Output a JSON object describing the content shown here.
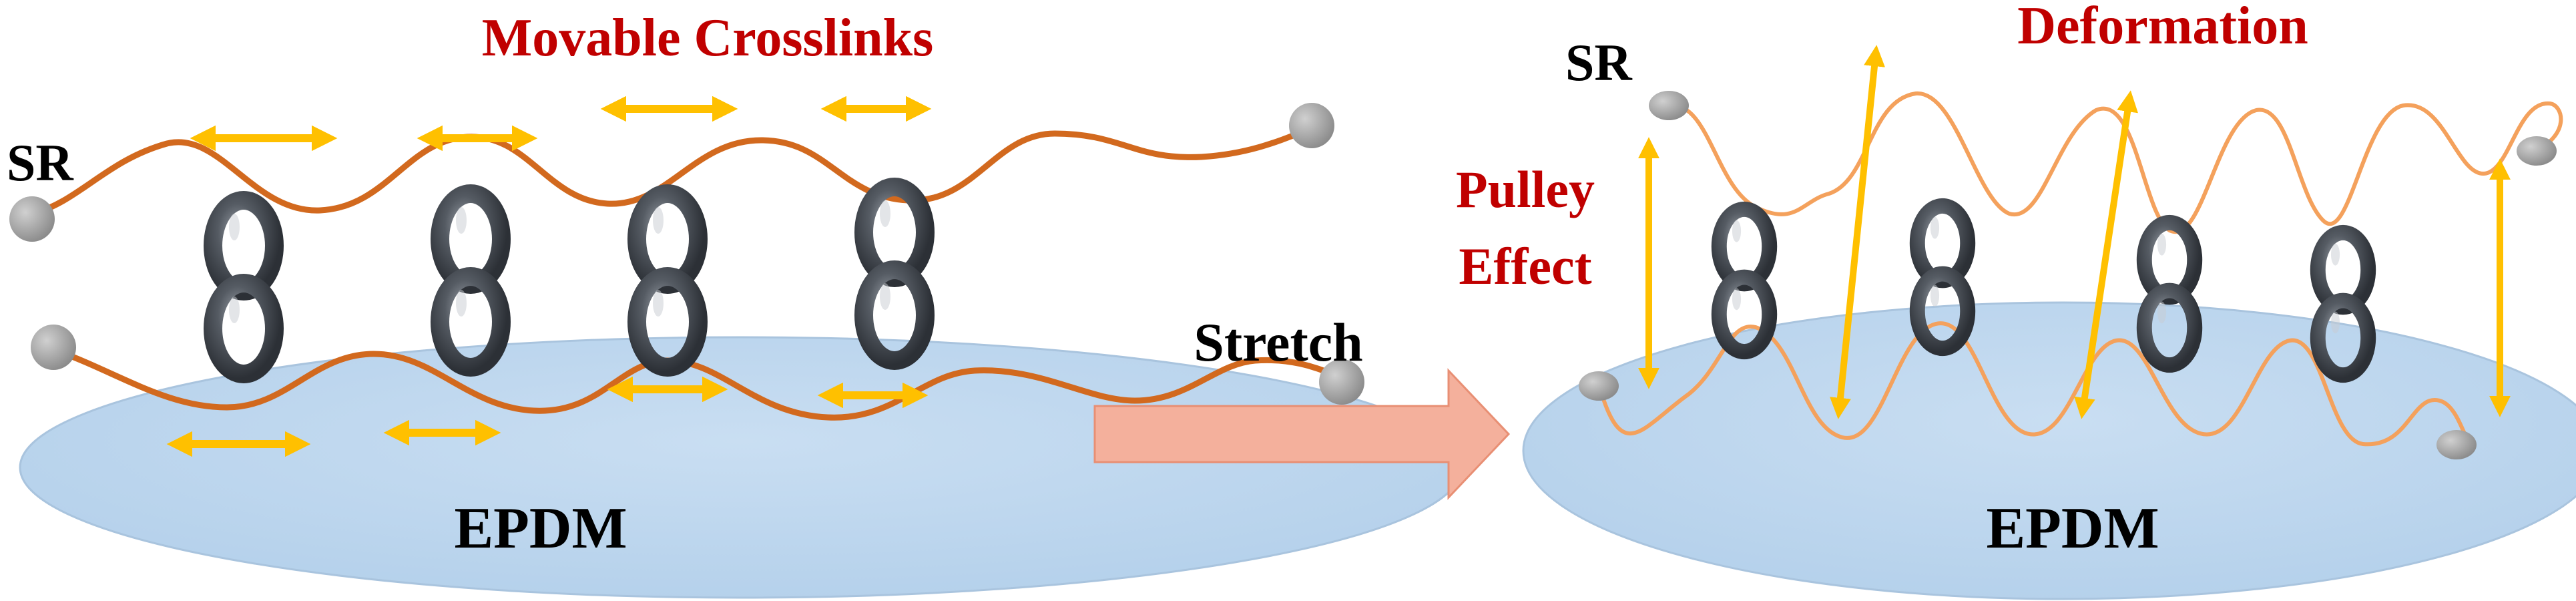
{
  "labels": {
    "movable_crosslinks": "Movable Crosslinks",
    "deformation": "Deformation",
    "sr_left": "SR",
    "sr_right": "SR",
    "pulley_line1": "Pulley",
    "pulley_line2": "Effect",
    "stretch": "Stretch",
    "epdm_left": "EPDM",
    "epdm_right": "EPDM"
  },
  "colors": {
    "epdm_fill": "#bdd7ee",
    "chain_left": "#d2691e",
    "chain_right": "#f4a15c",
    "arrow_yellow": "#ffc000",
    "ring": "#4a4f57",
    "end_cap": "#a6a6a6",
    "stretch_arrow": "#f4b09c",
    "label_red": "#c00000"
  },
  "icons": {
    "crosslink": "figure-eight-ring-icon",
    "stretch": "right-block-arrow-icon",
    "movement": "double-headed-arrow-icon"
  }
}
